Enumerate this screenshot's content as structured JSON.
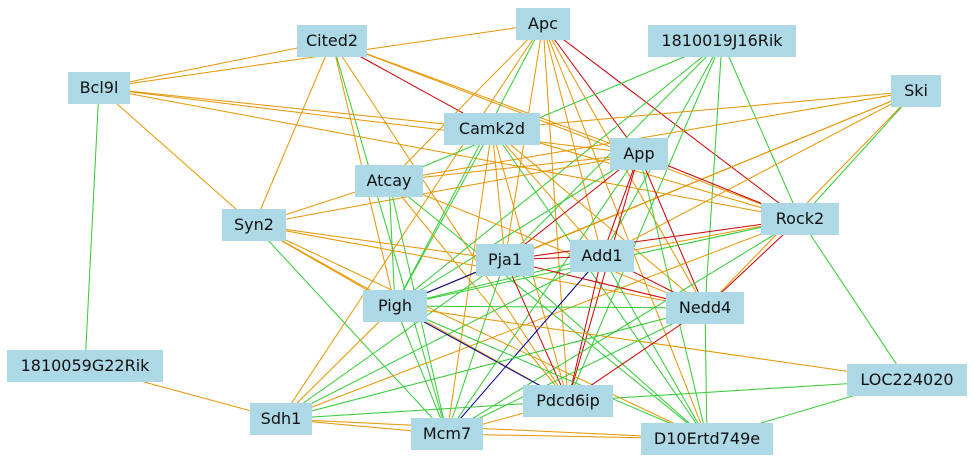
{
  "edge_colors": {
    "orange": "#e69500",
    "green": "#33cc33",
    "red": "#cc0000",
    "blue": "#000099"
  },
  "node_color": "#add8e6",
  "nodes": [
    {
      "id": "Cited2",
      "label": "Cited2"
    },
    {
      "id": "Apc",
      "label": "Apc"
    },
    {
      "id": "1810019J16Rik",
      "label": "1810019J16Rik"
    },
    {
      "id": "Bcl9l",
      "label": "Bcl9l"
    },
    {
      "id": "Ski",
      "label": "Ski"
    },
    {
      "id": "Camk2d",
      "label": "Camk2d"
    },
    {
      "id": "App",
      "label": "App"
    },
    {
      "id": "Atcay",
      "label": "Atcay"
    },
    {
      "id": "Syn2",
      "label": "Syn2"
    },
    {
      "id": "Rock2",
      "label": "Rock2"
    },
    {
      "id": "Pja1",
      "label": "Pja1"
    },
    {
      "id": "Add1",
      "label": "Add1"
    },
    {
      "id": "Pigh",
      "label": "Pigh"
    },
    {
      "id": "Nedd4",
      "label": "Nedd4"
    },
    {
      "id": "1810059G22Rik",
      "label": "1810059G22Rik"
    },
    {
      "id": "LOC224020",
      "label": "LOC224020"
    },
    {
      "id": "Pdcd6ip",
      "label": "Pdcd6ip"
    },
    {
      "id": "Sdh1",
      "label": "Sdh1"
    },
    {
      "id": "Mcm7",
      "label": "Mcm7"
    },
    {
      "id": "D10Ertd749e",
      "label": "D10Ertd749e"
    }
  ],
  "edges": [
    {
      "source": "Cited2",
      "target": "Bcl9l",
      "color": "orange"
    },
    {
      "source": "Cited2",
      "target": "Syn2",
      "color": "orange"
    },
    {
      "source": "Cited2",
      "target": "Camk2d",
      "color": "red"
    },
    {
      "source": "Cited2",
      "target": "App",
      "color": "orange"
    },
    {
      "source": "Cited2",
      "target": "Pigh",
      "color": "orange"
    },
    {
      "source": "Cited2",
      "target": "Mcm7",
      "color": "green"
    },
    {
      "source": "Cited2",
      "target": "Rock2",
      "color": "orange"
    },
    {
      "source": "Cited2",
      "target": "Pdcd6ip",
      "color": "orange"
    },
    {
      "source": "Apc",
      "target": "Bcl9l",
      "color": "orange"
    },
    {
      "source": "Apc",
      "target": "Atcay",
      "color": "orange"
    },
    {
      "source": "Apc",
      "target": "App",
      "color": "red"
    },
    {
      "source": "Apc",
      "target": "Pja1",
      "color": "orange"
    },
    {
      "source": "Apc",
      "target": "Add1",
      "color": "orange"
    },
    {
      "source": "Apc",
      "target": "Nedd4",
      "color": "orange"
    },
    {
      "source": "Apc",
      "target": "Pdcd6ip",
      "color": "orange"
    },
    {
      "source": "Apc",
      "target": "Sdh1",
      "color": "orange"
    },
    {
      "source": "Apc",
      "target": "Pigh",
      "color": "green"
    },
    {
      "source": "Apc",
      "target": "D10Ertd749e",
      "color": "orange"
    },
    {
      "source": "Apc",
      "target": "Rock2",
      "color": "red"
    },
    {
      "source": "1810019J16Rik",
      "target": "Atcay",
      "color": "green"
    },
    {
      "source": "1810019J16Rik",
      "target": "Pja1",
      "color": "green"
    },
    {
      "source": "1810019J16Rik",
      "target": "Add1",
      "color": "green"
    },
    {
      "source": "1810019J16Rik",
      "target": "Pigh",
      "color": "green"
    },
    {
      "source": "1810019J16Rik",
      "target": "Nedd4",
      "color": "green"
    },
    {
      "source": "1810019J16Rik",
      "target": "Rock2",
      "color": "green"
    },
    {
      "source": "1810019J16Rik",
      "target": "Pdcd6ip",
      "color": "green"
    },
    {
      "source": "Bcl9l",
      "target": "Syn2",
      "color": "orange"
    },
    {
      "source": "Bcl9l",
      "target": "Camk2d",
      "color": "orange"
    },
    {
      "source": "Bcl9l",
      "target": "App",
      "color": "orange"
    },
    {
      "source": "Bcl9l",
      "target": "Rock2",
      "color": "orange"
    },
    {
      "source": "Bcl9l",
      "target": "1810059G22Rik",
      "color": "green"
    },
    {
      "source": "Ski",
      "target": "Camk2d",
      "color": "orange"
    },
    {
      "source": "Ski",
      "target": "Atcay",
      "color": "orange"
    },
    {
      "source": "Ski",
      "target": "Pja1",
      "color": "orange"
    },
    {
      "source": "Ski",
      "target": "Add1",
      "color": "orange"
    },
    {
      "source": "Ski",
      "target": "Nedd4",
      "color": "orange"
    },
    {
      "source": "Ski",
      "target": "Pigh",
      "color": "orange"
    },
    {
      "source": "Ski",
      "target": "Rock2",
      "color": "green"
    },
    {
      "source": "Camk2d",
      "target": "Pja1",
      "color": "orange"
    },
    {
      "source": "Camk2d",
      "target": "Add1",
      "color": "orange"
    },
    {
      "source": "Camk2d",
      "target": "Nedd4",
      "color": "orange"
    },
    {
      "source": "Camk2d",
      "target": "Pigh",
      "color": "green"
    },
    {
      "source": "Camk2d",
      "target": "Pdcd6ip",
      "color": "orange"
    },
    {
      "source": "Camk2d",
      "target": "Rock2",
      "color": "orange"
    },
    {
      "source": "Camk2d",
      "target": "D10Ertd749e",
      "color": "green"
    },
    {
      "source": "Camk2d",
      "target": "Mcm7",
      "color": "orange"
    },
    {
      "source": "App",
      "target": "Atcay",
      "color": "orange"
    },
    {
      "source": "App",
      "target": "Syn2",
      "color": "orange"
    },
    {
      "source": "App",
      "target": "Pja1",
      "color": "red"
    },
    {
      "source": "App",
      "target": "Add1",
      "color": "red"
    },
    {
      "source": "App",
      "target": "Nedd4",
      "color": "red"
    },
    {
      "source": "App",
      "target": "Rock2",
      "color": "red"
    },
    {
      "source": "App",
      "target": "Pdcd6ip",
      "color": "red"
    },
    {
      "source": "App",
      "target": "Pigh",
      "color": "green"
    },
    {
      "source": "App",
      "target": "Mcm7",
      "color": "green"
    },
    {
      "source": "App",
      "target": "D10Ertd749e",
      "color": "green"
    },
    {
      "source": "Atcay",
      "target": "Syn2",
      "color": "orange"
    },
    {
      "source": "Atcay",
      "target": "Pigh",
      "color": "green"
    },
    {
      "source": "Atcay",
      "target": "Nedd4",
      "color": "orange"
    },
    {
      "source": "Atcay",
      "target": "Pdcd6ip",
      "color": "orange"
    },
    {
      "source": "Atcay",
      "target": "Mcm7",
      "color": "green"
    },
    {
      "source": "Atcay",
      "target": "D10Ertd749e",
      "color": "green"
    },
    {
      "source": "Syn2",
      "target": "Pja1",
      "color": "orange"
    },
    {
      "source": "Syn2",
      "target": "Nedd4",
      "color": "orange"
    },
    {
      "source": "Syn2",
      "target": "Pigh",
      "color": "orange"
    },
    {
      "source": "Syn2",
      "target": "Pdcd6ip",
      "color": "orange"
    },
    {
      "source": "Syn2",
      "target": "Mcm7",
      "color": "green"
    },
    {
      "source": "Syn2",
      "target": "D10Ertd749e",
      "color": "orange"
    },
    {
      "source": "Rock2",
      "target": "Pja1",
      "color": "red"
    },
    {
      "source": "Rock2",
      "target": "Add1",
      "color": "orange"
    },
    {
      "source": "Rock2",
      "target": "Nedd4",
      "color": "red"
    },
    {
      "source": "Rock2",
      "target": "Pigh",
      "color": "green"
    },
    {
      "source": "Rock2",
      "target": "LOC224020",
      "color": "green"
    },
    {
      "source": "Rock2",
      "target": "Sdh1",
      "color": "orange"
    },
    {
      "source": "Rock2",
      "target": "Mcm7",
      "color": "green"
    },
    {
      "source": "Pja1",
      "target": "Add1",
      "color": "red"
    },
    {
      "source": "Pja1",
      "target": "Pigh",
      "color": "blue"
    },
    {
      "source": "Pja1",
      "target": "Nedd4",
      "color": "red"
    },
    {
      "source": "Pja1",
      "target": "Pdcd6ip",
      "color": "red"
    },
    {
      "source": "Pja1",
      "target": "Mcm7",
      "color": "green"
    },
    {
      "source": "Pja1",
      "target": "D10Ertd749e",
      "color": "green"
    },
    {
      "source": "Pja1",
      "target": "Sdh1",
      "color": "green"
    },
    {
      "source": "Add1",
      "target": "Nedd4",
      "color": "red"
    },
    {
      "source": "Add1",
      "target": "Pdcd6ip",
      "color": "red"
    },
    {
      "source": "Add1",
      "target": "Mcm7",
      "color": "blue"
    },
    {
      "source": "Add1",
      "target": "Pigh",
      "color": "green"
    },
    {
      "source": "Add1",
      "target": "Sdh1",
      "color": "green"
    },
    {
      "source": "Add1",
      "target": "D10Ertd749e",
      "color": "green"
    },
    {
      "source": "Pigh",
      "target": "Pdcd6ip",
      "color": "blue"
    },
    {
      "source": "Pigh",
      "target": "Nedd4",
      "color": "green"
    },
    {
      "source": "Pigh",
      "target": "Mcm7",
      "color": "green"
    },
    {
      "source": "Pigh",
      "target": "Sdh1",
      "color": "orange"
    },
    {
      "source": "Pigh",
      "target": "LOC224020",
      "color": "orange"
    },
    {
      "source": "Pigh",
      "target": "D10Ertd749e",
      "color": "green"
    },
    {
      "source": "Nedd4",
      "target": "Pdcd6ip",
      "color": "red"
    },
    {
      "source": "Nedd4",
      "target": "Mcm7",
      "color": "green"
    },
    {
      "source": "Nedd4",
      "target": "Sdh1",
      "color": "green"
    },
    {
      "source": "Nedd4",
      "target": "D10Ertd749e",
      "color": "green"
    },
    {
      "source": "Pdcd6ip",
      "target": "LOC224020",
      "color": "green"
    },
    {
      "source": "Pdcd6ip",
      "target": "Sdh1",
      "color": "green"
    },
    {
      "source": "Pdcd6ip",
      "target": "Mcm7",
      "color": "orange"
    },
    {
      "source": "Sdh1",
      "target": "Mcm7",
      "color": "orange"
    },
    {
      "source": "Sdh1",
      "target": "1810059G22Rik",
      "color": "orange"
    },
    {
      "source": "Sdh1",
      "target": "D10Ertd749e",
      "color": "orange"
    },
    {
      "source": "Mcm7",
      "target": "D10Ertd749e",
      "color": "orange"
    },
    {
      "source": "LOC224020",
      "target": "D10Ertd749e",
      "color": "green"
    }
  ]
}
